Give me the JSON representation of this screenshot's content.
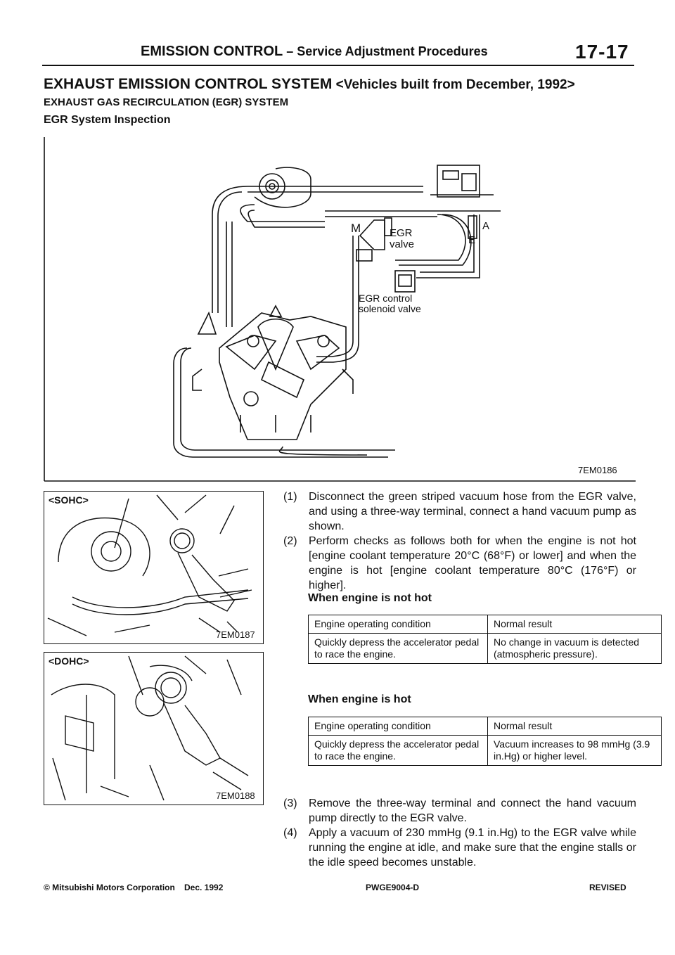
{
  "header": {
    "title": "EMISSION CONTROL",
    "subtitle": " – Service Adjustment Procedures",
    "page_number": "17-17"
  },
  "section": {
    "title": "EXHAUST EMISSION CONTROL SYSTEM",
    "title_suffix": " <Vehicles built from December, 1992>",
    "subtitle": "EXHAUST GAS RECIRCULATION (EGR) SYSTEM",
    "heading": "EGR System Inspection"
  },
  "diagram": {
    "label_m": "M",
    "label_a": "A",
    "label_e": "E",
    "egr_valve_l1": "EGR",
    "egr_valve_l2": "valve",
    "solenoid_l1": "EGR control",
    "solenoid_l2": "solenoid valve",
    "code": "7EM0186"
  },
  "photos": [
    {
      "label": "<SOHC>",
      "code": "7EM0187"
    },
    {
      "label": "<DOHC>",
      "code": "7EM0188"
    }
  ],
  "steps": [
    {
      "num": "(1)",
      "text": "Disconnect the green striped vacuum hose from the EGR valve, and using a three-way terminal, connect a hand vacuum pump as shown."
    },
    {
      "num": "(2)",
      "text": "Perform checks as follows both for when the engine is not hot [engine coolant temperature 20°C (68°F) or lower] and when the engine is hot [engine coolant temperature 80°C (176°F) or higher]."
    },
    {
      "num": "(3)",
      "text": "Remove the three-way terminal and connect the hand vacuum pump directly to the EGR valve."
    },
    {
      "num": "(4)",
      "text": "Apply a vacuum of 230 mmHg (9.1 in.Hg) to the EGR valve while running the engine at idle, and make sure that the engine stalls or the idle speed becomes unstable."
    }
  ],
  "table_cold": {
    "heading": "When engine is not hot",
    "col1": "Engine operating condition",
    "col2": "Normal result",
    "row_condition": "Quickly depress the accelerator pedal to race the engine.",
    "row_result": "No change in vacuum is detected (atmospheric pressure)."
  },
  "table_hot": {
    "heading": "When engine is hot",
    "col1": "Engine operating condition",
    "col2": "Normal result",
    "row_condition": "Quickly depress the accelerator pedal to race the engine.",
    "row_result": "Vacuum increases to 98 mmHg (3.9 in.Hg) or higher level."
  },
  "footer": {
    "copyright": "© Mitsubishi Motors Corporation",
    "date": "Dec. 1992",
    "doc_code": "PWGE9004-D",
    "status": "REVISED"
  }
}
